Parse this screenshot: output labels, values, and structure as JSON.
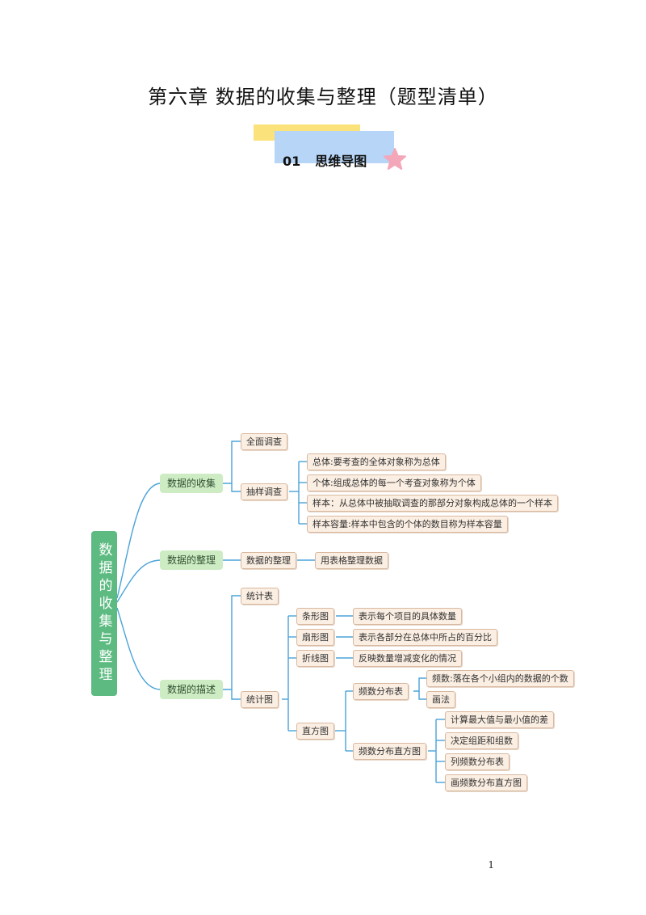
{
  "title": "第六章 数据的收集与整理（题型清单）",
  "section": {
    "number": "01",
    "label": "思维导图"
  },
  "mindmap": {
    "root": "数据的收集与整理",
    "collect": {
      "label": "数据的收集",
      "census": "全面调查",
      "sampling": {
        "label": "抽样调查",
        "items": [
          "总体:要考查的全体对象称为总体",
          "个体:组成总体的每一个考查对象称为个体",
          "样本：从总体中被抽取调查的那部分对象构成总体的一个样本",
          "样本容量:样本中包含的个体的数目称为样本容量"
        ]
      }
    },
    "organize": {
      "label": "数据的整理",
      "child": "数据的整理",
      "leaf": "用表格整理数据"
    },
    "describe": {
      "label": "数据的描述",
      "table": "统计表",
      "chart": {
        "label": "统计图",
        "bar": {
          "label": "条形图",
          "desc": "表示每个项目的具体数量"
        },
        "pie": {
          "label": "扇形图",
          "desc": "表示各部分在总体中所占的百分比"
        },
        "line": {
          "label": "折线图",
          "desc": "反映数量增减变化的情况"
        },
        "histogram": {
          "label": "直方图",
          "freq_table": {
            "label": "频数分布表",
            "items": [
              "频数:落在各个小组内的数据的个数",
              "画法"
            ]
          },
          "freq_hist": {
            "label": "频数分布直方图",
            "items": [
              "计算最大值与最小值的差",
              "决定组距和组数",
              "列频数分布表",
              "画频数分布直方图"
            ]
          }
        }
      }
    }
  },
  "colors": {
    "root": "#5dbb81",
    "level1": "#cdecc4",
    "node_fill": "#fbeee2",
    "node_border": "#d9b9a0",
    "connector": "#4aa3d8",
    "banner_yellow": "#fbe27a",
    "banner_blue": "#b7d5f7",
    "star": "#f4a7b9"
  },
  "page_number": "1"
}
